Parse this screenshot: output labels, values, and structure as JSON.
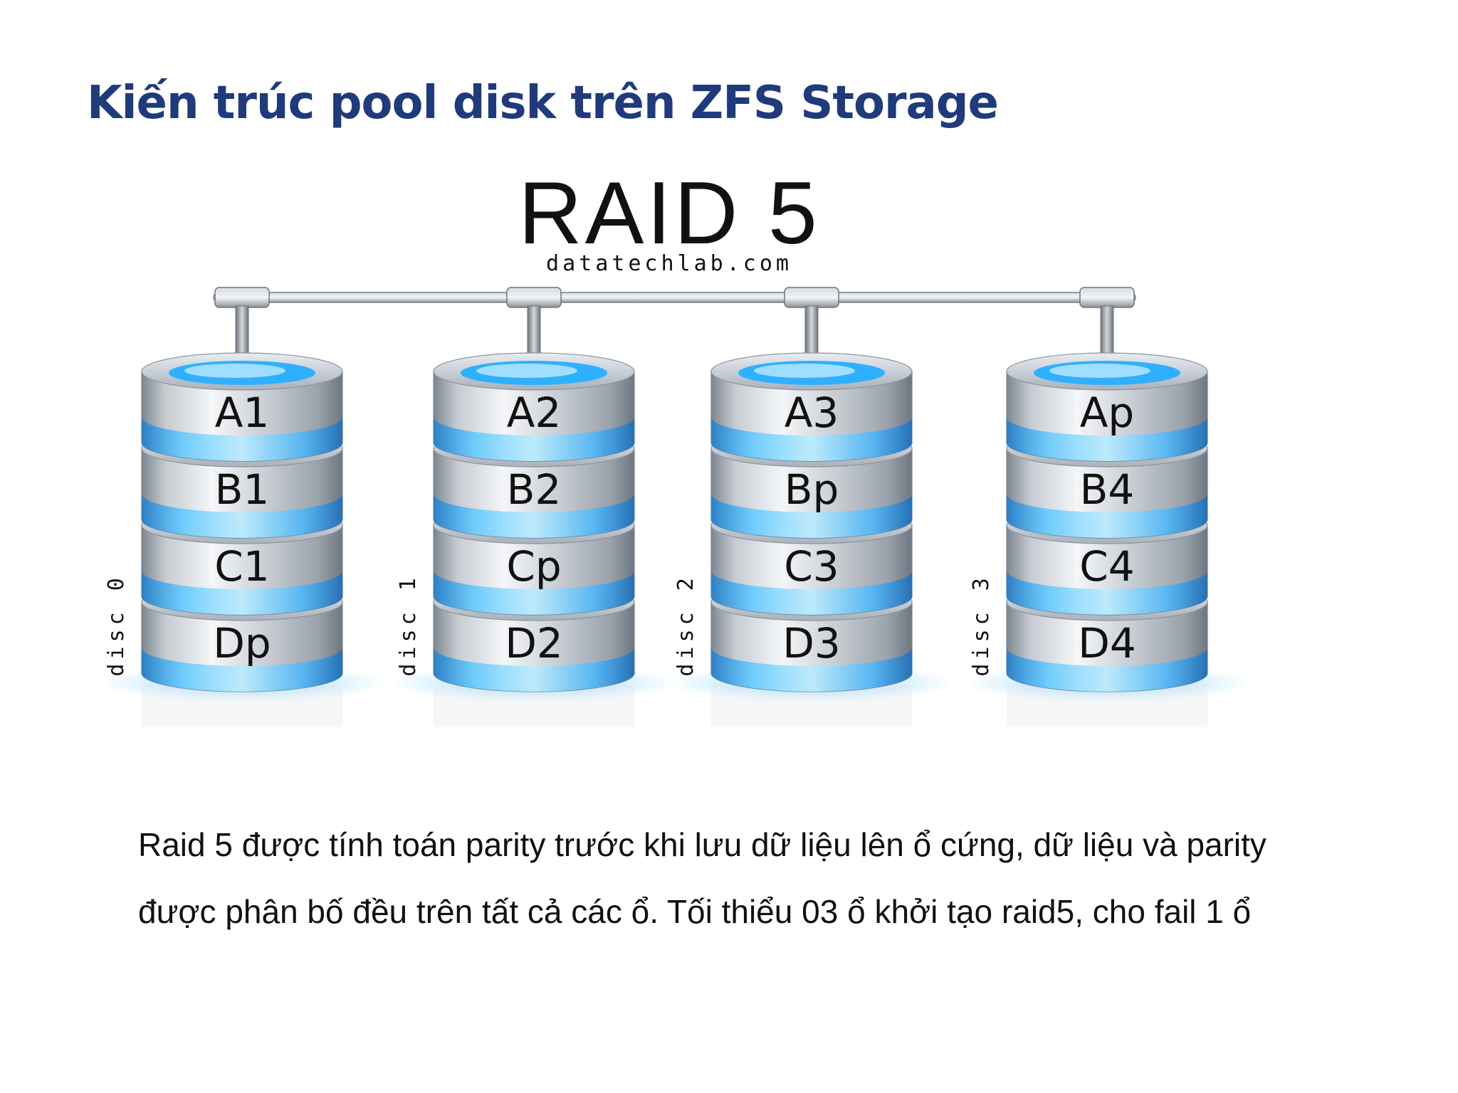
{
  "slide": {
    "title": "Kiến trúc pool disk trên ZFS Storage"
  },
  "diagram": {
    "heading": "RAID 5",
    "watermark": "datatechlab.com",
    "colors": {
      "title": "#1f3a7d",
      "disk_accent": "#35b6ff",
      "disk_body": "#b9c0c8",
      "bus": "#8a8f95"
    },
    "disks": [
      {
        "label": "disc 0",
        "blocks": [
          "A1",
          "B1",
          "C1",
          "Dp"
        ]
      },
      {
        "label": "disc 1",
        "blocks": [
          "A2",
          "B2",
          "Cp",
          "D2"
        ]
      },
      {
        "label": "disc 2",
        "blocks": [
          "A3",
          "Bp",
          "C3",
          "D3"
        ]
      },
      {
        "label": "disc 3",
        "blocks": [
          "Ap",
          "B4",
          "C4",
          "D4"
        ]
      }
    ]
  },
  "caption": {
    "line1": "Raid 5 được tính toán parity trước khi lưu dữ liệu lên ổ cứng, dữ liệu và parity",
    "line2": "được phân bố đều trên tất cả các ổ. Tối thiểu 03 ổ khởi tạo raid5, cho fail 1 ổ"
  }
}
